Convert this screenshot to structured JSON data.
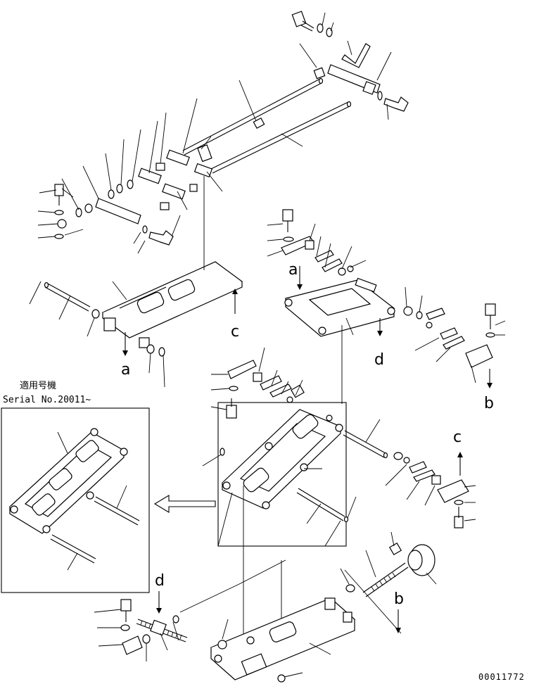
{
  "callouts": {
    "a1": "a",
    "a2": "a",
    "b1": "b",
    "b2": "b",
    "c1": "c",
    "c2": "c",
    "d1": "d",
    "d2": "d"
  },
  "serial_note": {
    "applicable_label": "適用号機",
    "serial_text": "Serial No.20011~"
  },
  "document_number": "00011772"
}
